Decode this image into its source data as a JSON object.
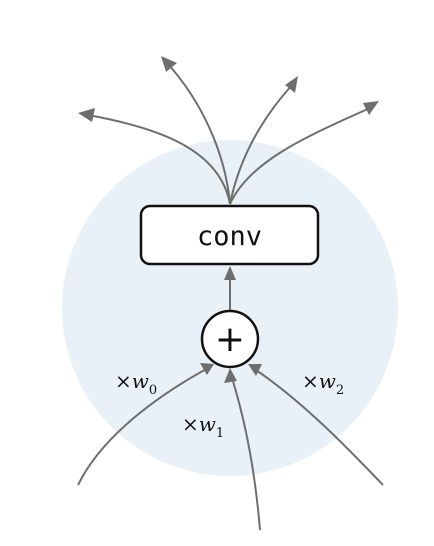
{
  "colors": {
    "background_disc": "#e8f1f7",
    "edge": "#6e6e6e",
    "stroke": "#111111"
  },
  "nodes": {
    "conv": {
      "label": "conv"
    },
    "sum": {
      "symbol": "+"
    }
  },
  "weights": [
    {
      "prefix": "×",
      "var": "w",
      "sub": "0"
    },
    {
      "prefix": "×",
      "var": "w",
      "sub": "1"
    },
    {
      "prefix": "×",
      "var": "w",
      "sub": "2"
    }
  ]
}
